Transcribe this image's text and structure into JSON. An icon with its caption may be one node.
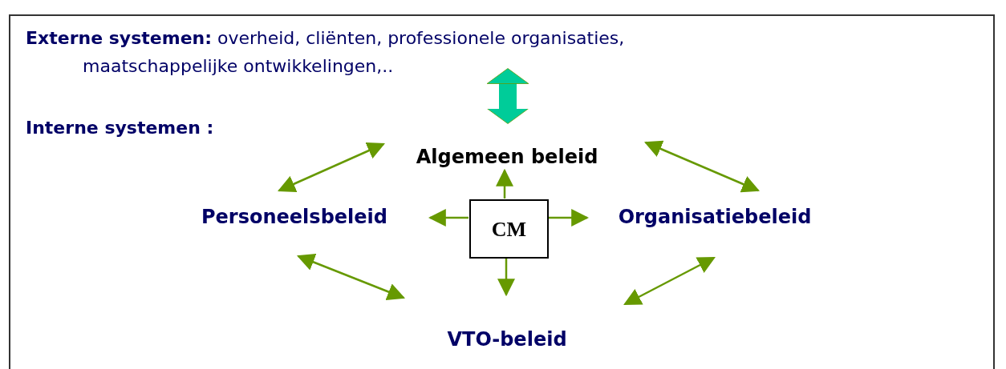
{
  "diagram": {
    "nodes": [
      {
        "text": [
          "**Externe systemen:** overheid, cliënten, professionele organisaties, maatschappelijke ontwikkelingen,.."
        ]
      },
      {
        "text": [
          "Algemeen beleid"
        ]
      },
      {
        "text": [
          "Personeelsbeleid"
        ]
      },
      {
        "text": [
          "CM"
        ]
      },
      {
        "text": [
          "Organisatiebeleid"
        ]
      },
      {
        "text": [
          "VTO-beleid"
        ]
      }
    ],
    "edges": [
      {
        "from": 0,
        "to": 1,
        "arrow": "both",
        "style": "thick",
        "color": "#00cc99"
      },
      {
        "from": 2,
        "to": 1,
        "arrow": "both"
      },
      {
        "from": 1,
        "to": 4,
        "arrow": "both"
      },
      {
        "from": 2,
        "to": 5,
        "arrow": "both"
      },
      {
        "from": 5,
        "to": 4,
        "arrow": "both"
      },
      {
        "from": 3,
        "to": 1,
        "arrow": "to"
      },
      {
        "from": 3,
        "to": 2,
        "arrow": "to"
      },
      {
        "from": 3,
        "to": 4,
        "arrow": "to"
      },
      {
        "from": 3,
        "to": 5,
        "arrow": "to"
      }
    ],
    "labels": [
      "Interne systemen :"
    ]
  }
}
